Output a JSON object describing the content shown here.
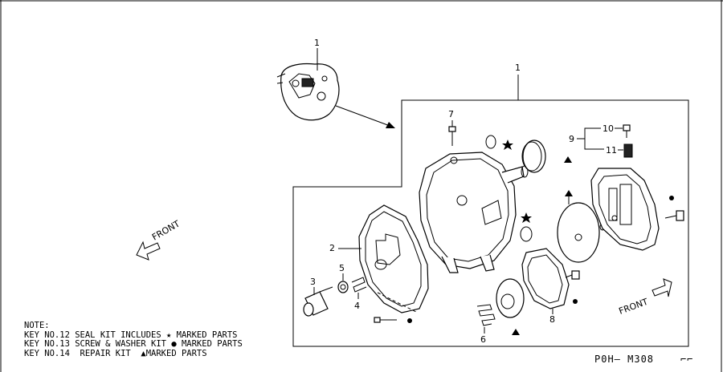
{
  "callouts": {
    "c1_small": "1",
    "c1_main": "1",
    "c2": "2",
    "c3": "3",
    "c4": "4",
    "c5": "5",
    "c6": "6",
    "c7": "7",
    "c8": "8",
    "c9": "9",
    "c10": "10",
    "c11": "11"
  },
  "front_left": "FRONT",
  "front_right": "FRONT",
  "note": {
    "title": "NOTE:",
    "line1": "KEY NO.12 SEAL KIT INCLUDES ★ MARKED PARTS",
    "line2": "KEY NO.13 SCREW & WASHER KIT ● MARKED PARTS",
    "line3": "KEY NO.14  REPAIR KIT  ▲MARKED PARTS"
  },
  "figure_code": "P0H— M308",
  "corner_mark": "⌐⌐"
}
